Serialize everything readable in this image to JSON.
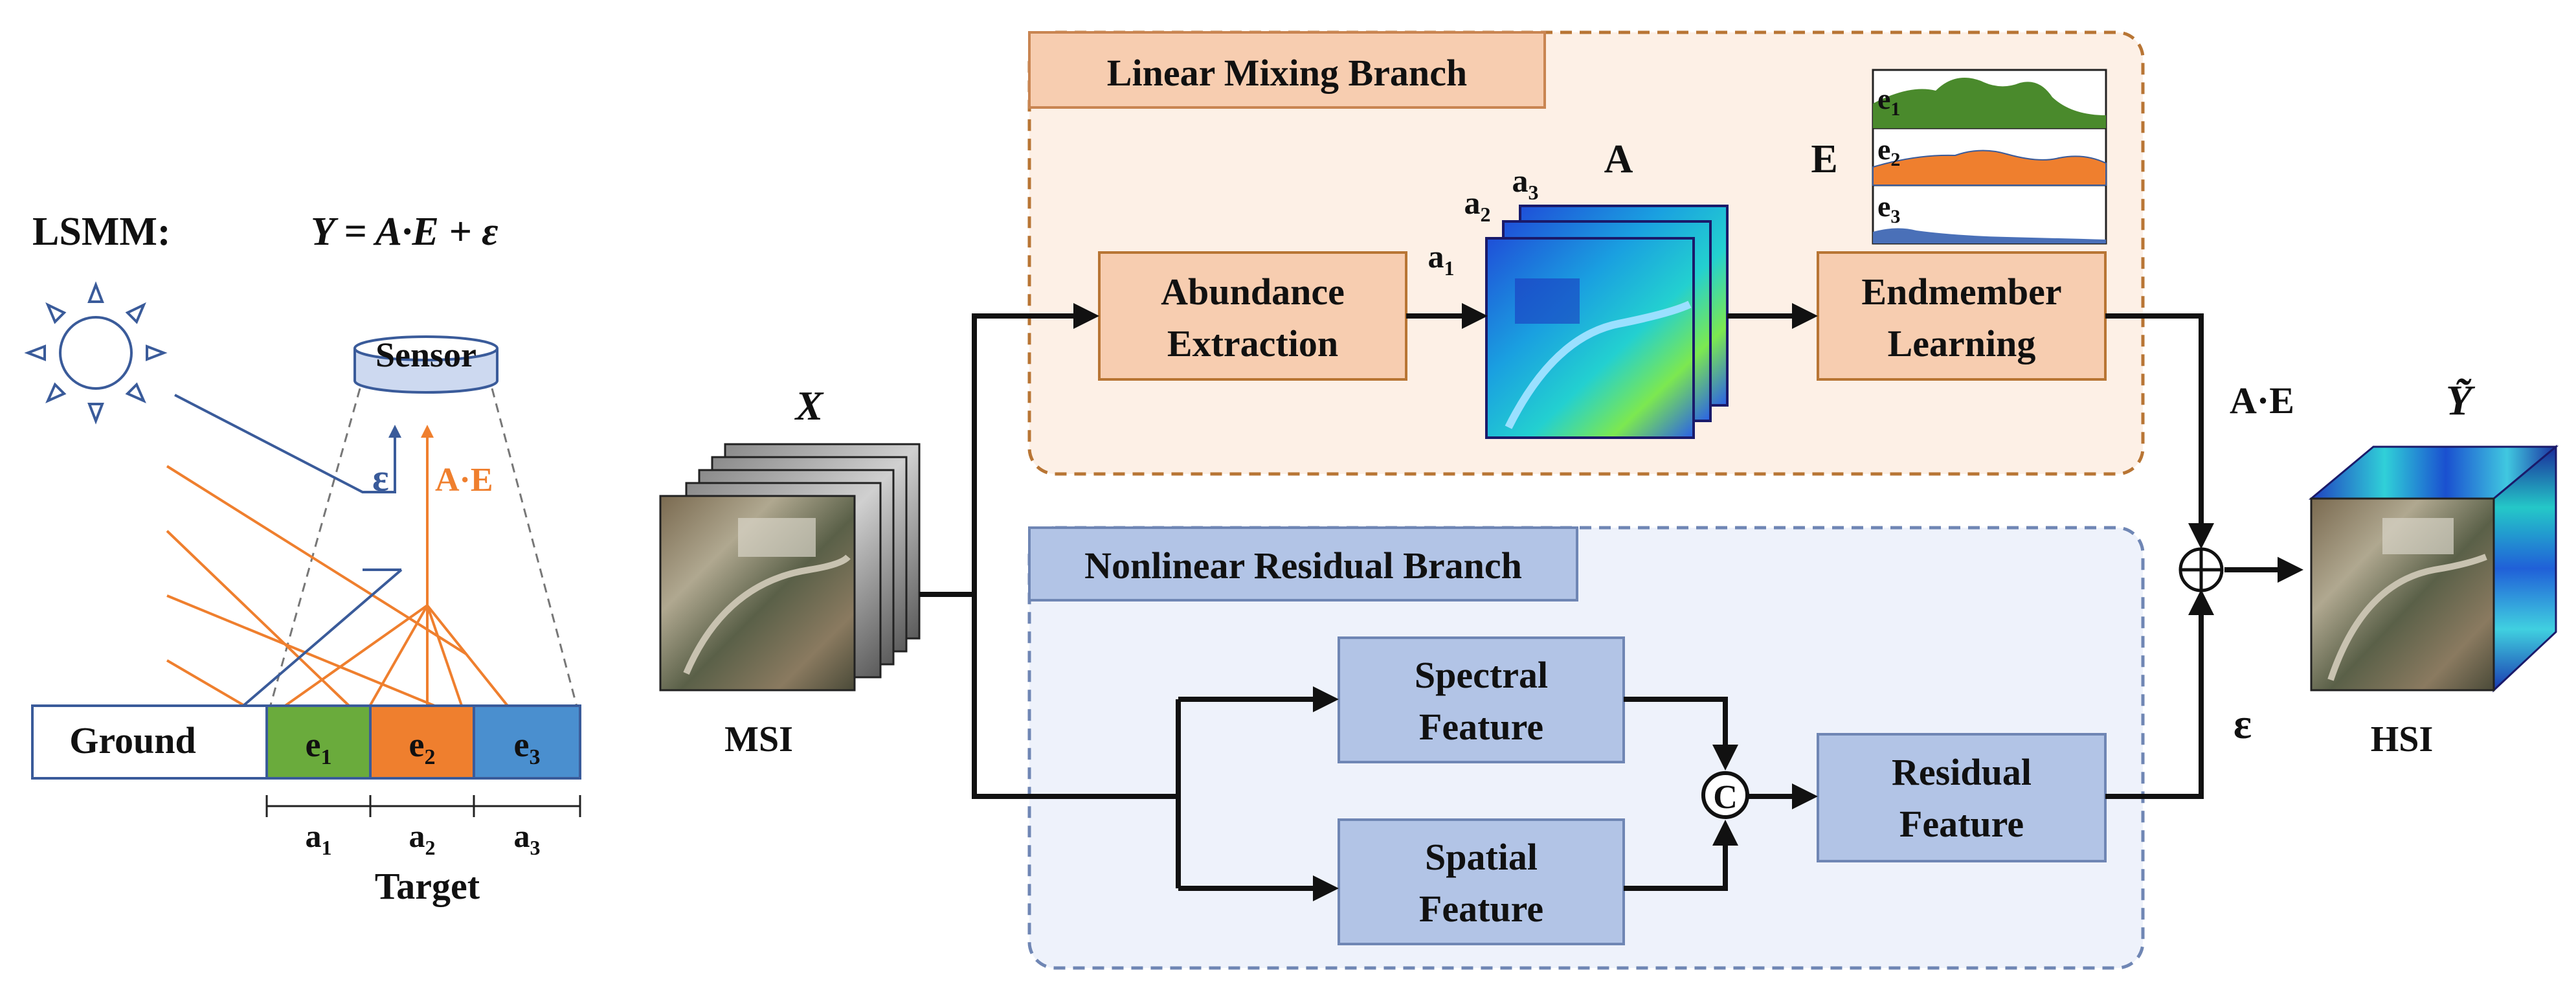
{
  "lsmm": {
    "label": "LSMM:",
    "equation": "Y = A·E + ε",
    "sensor": "Sensor",
    "epsilon": "ε",
    "ae": "A·E",
    "ground": "Ground",
    "cells": [
      {
        "main": "e",
        "sub": "1",
        "color": "#6aab3c"
      },
      {
        "main": "e",
        "sub": "2",
        "color": "#ef7f2e"
      },
      {
        "main": "e",
        "sub": "3",
        "color": "#4a8fcf"
      }
    ],
    "abund": [
      {
        "main": "a",
        "sub": "1"
      },
      {
        "main": "a",
        "sub": "2"
      },
      {
        "main": "a",
        "sub": "3"
      }
    ],
    "target": "Target"
  },
  "input": {
    "x_label": "X",
    "msi_label": "MSI"
  },
  "linear": {
    "title": "Linear Mixing Branch",
    "abundance": [
      "Abundance",
      "Extraction"
    ],
    "a_label": "A",
    "a_stack": [
      {
        "main": "a",
        "sub": "1"
      },
      {
        "main": "a",
        "sub": "2"
      },
      {
        "main": "a",
        "sub": "3"
      }
    ],
    "e_label": "E",
    "e_bands": [
      {
        "main": "e",
        "sub": "1",
        "color": "#4a8a2c"
      },
      {
        "main": "e",
        "sub": "2",
        "color": "#ef7f2e"
      },
      {
        "main": "e",
        "sub": "3",
        "color": "#4a70b8"
      }
    ],
    "endmember": [
      "Endmember",
      "Learning"
    ]
  },
  "nonlinear": {
    "title": "Nonlinear Residual Branch",
    "spectral": [
      "Spectral",
      "Feature"
    ],
    "spatial": [
      "Spatial",
      "Feature"
    ],
    "concat": "C",
    "residual": [
      "Residual",
      "Feature"
    ]
  },
  "output": {
    "ae_label": "A·E",
    "eps_label": "ε",
    "plus": "⊕",
    "y_label": "Ỹ",
    "hsi_label": "HSI"
  },
  "colors": {
    "orange_panel": "#fdf0e6",
    "orange_border": "#b87534",
    "orange_box": "#f7cdb0",
    "blue_panel": "#eef2fb",
    "blue_border": "#6f86b4",
    "blue_box": "#b2c4e6",
    "light_dir": "#ef7f2e",
    "dark_dir": "#3a5b9a"
  }
}
